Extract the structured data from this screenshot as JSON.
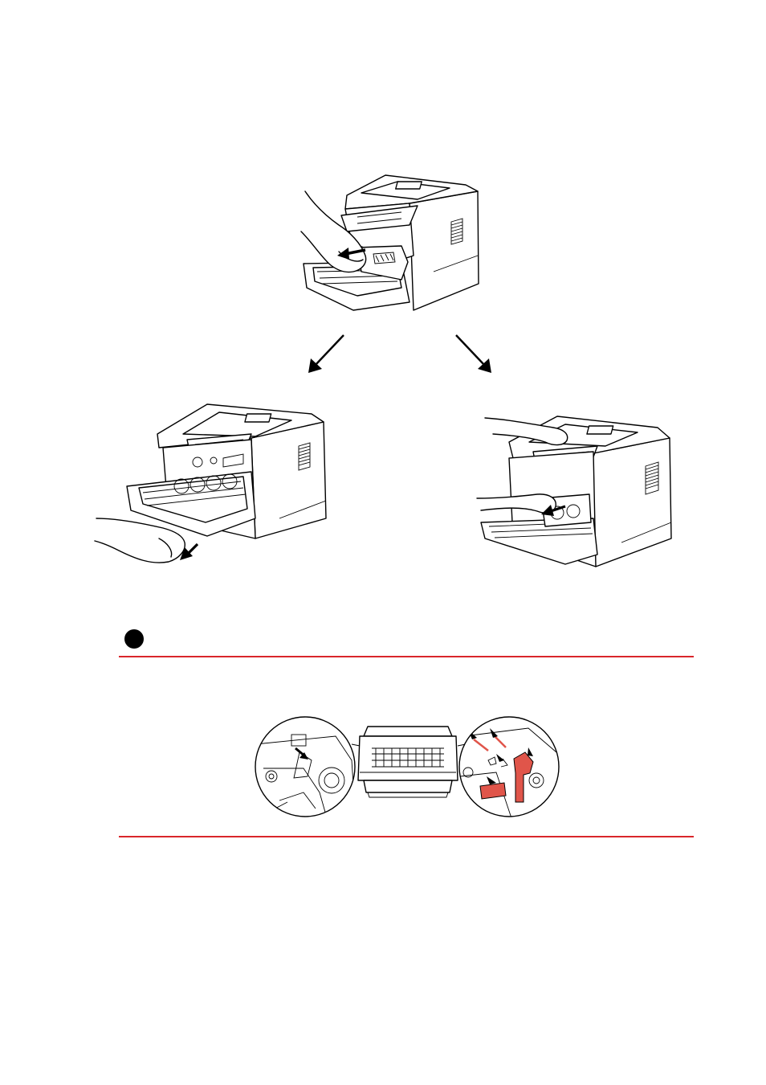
{
  "page": {
    "background": "#ffffff",
    "rule_color": "#d9262b",
    "highlight_color": "#e0554a"
  },
  "illustrations": {
    "top": {
      "icon": "printer-remove-drum-unit"
    },
    "left": {
      "icon": "printer-open-front-cover"
    },
    "right": {
      "icon": "printer-pull-out-drum"
    },
    "detail": {
      "icon": "printer-internal-detail-callouts"
    }
  },
  "note": {
    "icon": "note-bullet"
  }
}
